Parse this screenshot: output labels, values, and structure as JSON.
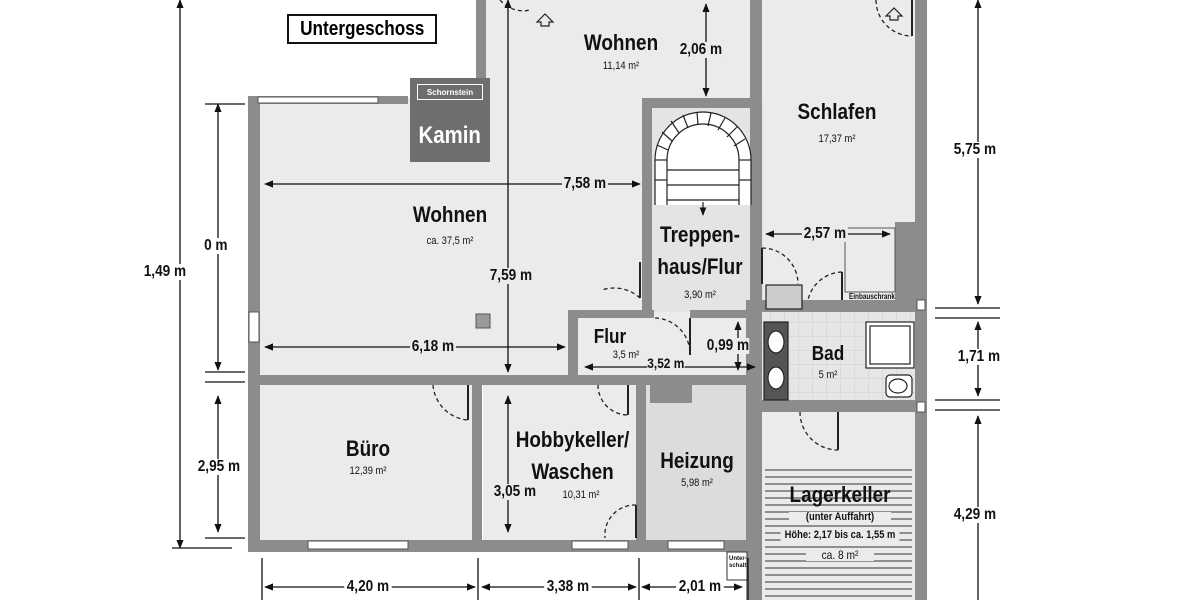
{
  "plan_title": "Untergeschoss",
  "chimney": {
    "tag": "Schornstein",
    "label": "Kamin"
  },
  "rooms": {
    "wohnen_top": {
      "name": "Wohnen",
      "area": "11,14 m²"
    },
    "schlafen": {
      "name": "Schlafen",
      "area": "17,37 m²"
    },
    "wohnen_main": {
      "name": "Wohnen",
      "area": "ca. 37,5 m²"
    },
    "treppenhaus": {
      "name_line1": "Treppen-",
      "name_line2": "haus/Flur",
      "area": "3,90 m²"
    },
    "flur": {
      "name": "Flur",
      "area": "3,5 m²"
    },
    "bad": {
      "name": "Bad",
      "area": "5 m²"
    },
    "buero": {
      "name": "Büro",
      "area": "12,39 m²"
    },
    "hobbykeller": {
      "name_line1": "Hobbykeller/",
      "name_line2": "Waschen",
      "area": "10,31 m²"
    },
    "heizung": {
      "name": "Heizung",
      "area": "5,98 m²"
    },
    "lagerkeller": {
      "name": "Lagerkeller",
      "note": "(unter Auffahrt)",
      "height": "Höhe: 2,17 bis ca. 1,55 m",
      "area": "ca. 8 m²"
    }
  },
  "fixtures": {
    "einbauschrank": "Einbauschrank",
    "unterschrank": "Unter-\nschalt."
  },
  "dimensions": {
    "wohnen_top_h": "2,06 m",
    "schlafen_h": "5,75 m",
    "wohnen_w": "7,58 m",
    "schlafen_w": "2,57 m",
    "left_total": "1,49 m",
    "wohnen_h": "0 m",
    "wohnen_inner": "7,59 m",
    "wohnen_bottom": "6,18 m",
    "flur_h": "0,99 m",
    "flur_w": "3,52 m",
    "bad_h": "1,71 m",
    "buero_h": "2,95 m",
    "hobby_h": "3,05 m",
    "lager_h": "4,29 m",
    "bottom_1": "4,20 m",
    "bottom_2": "3,38 m",
    "bottom_3": "2,01 m"
  },
  "colors": {
    "wall": "#8c8c8c",
    "floor": "#e9e9e9",
    "ink": "#111111"
  }
}
